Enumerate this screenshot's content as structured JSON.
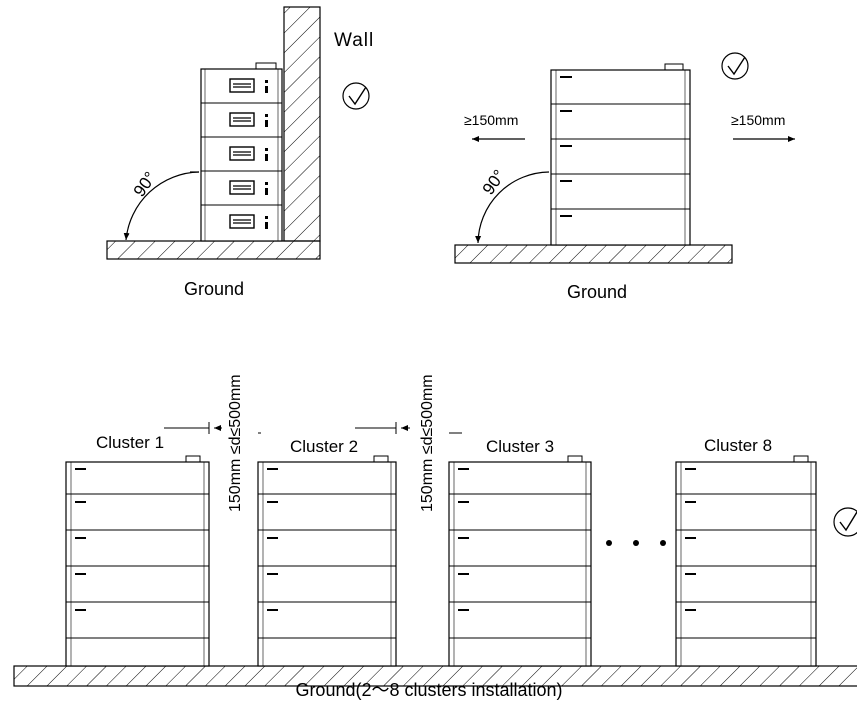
{
  "panel_wall": {
    "wall_label": "Wall",
    "angle_label": "90°",
    "ground_label": "Ground"
  },
  "panel_free": {
    "left_clearance": "≥150mm",
    "right_clearance": "≥150mm",
    "angle_label": "90°",
    "ground_label": "Ground"
  },
  "panel_clusters": {
    "clusters": [
      {
        "label": "Cluster 1"
      },
      {
        "label": "Cluster 2"
      },
      {
        "label": "Cluster 3"
      },
      {
        "label": "Cluster 8"
      }
    ],
    "gap_label": "150mm ≤d≤500mm",
    "ground_label": "Ground(2～8 clusters installation)"
  },
  "colors": {
    "line": "#000000",
    "background": "#ffffff"
  },
  "icons": [
    "check-circle-icon",
    "check-circle-icon",
    "check-circle-icon",
    "arrow-left-icon",
    "arrow-right-icon",
    "hatched-ground",
    "hatched-wall"
  ]
}
